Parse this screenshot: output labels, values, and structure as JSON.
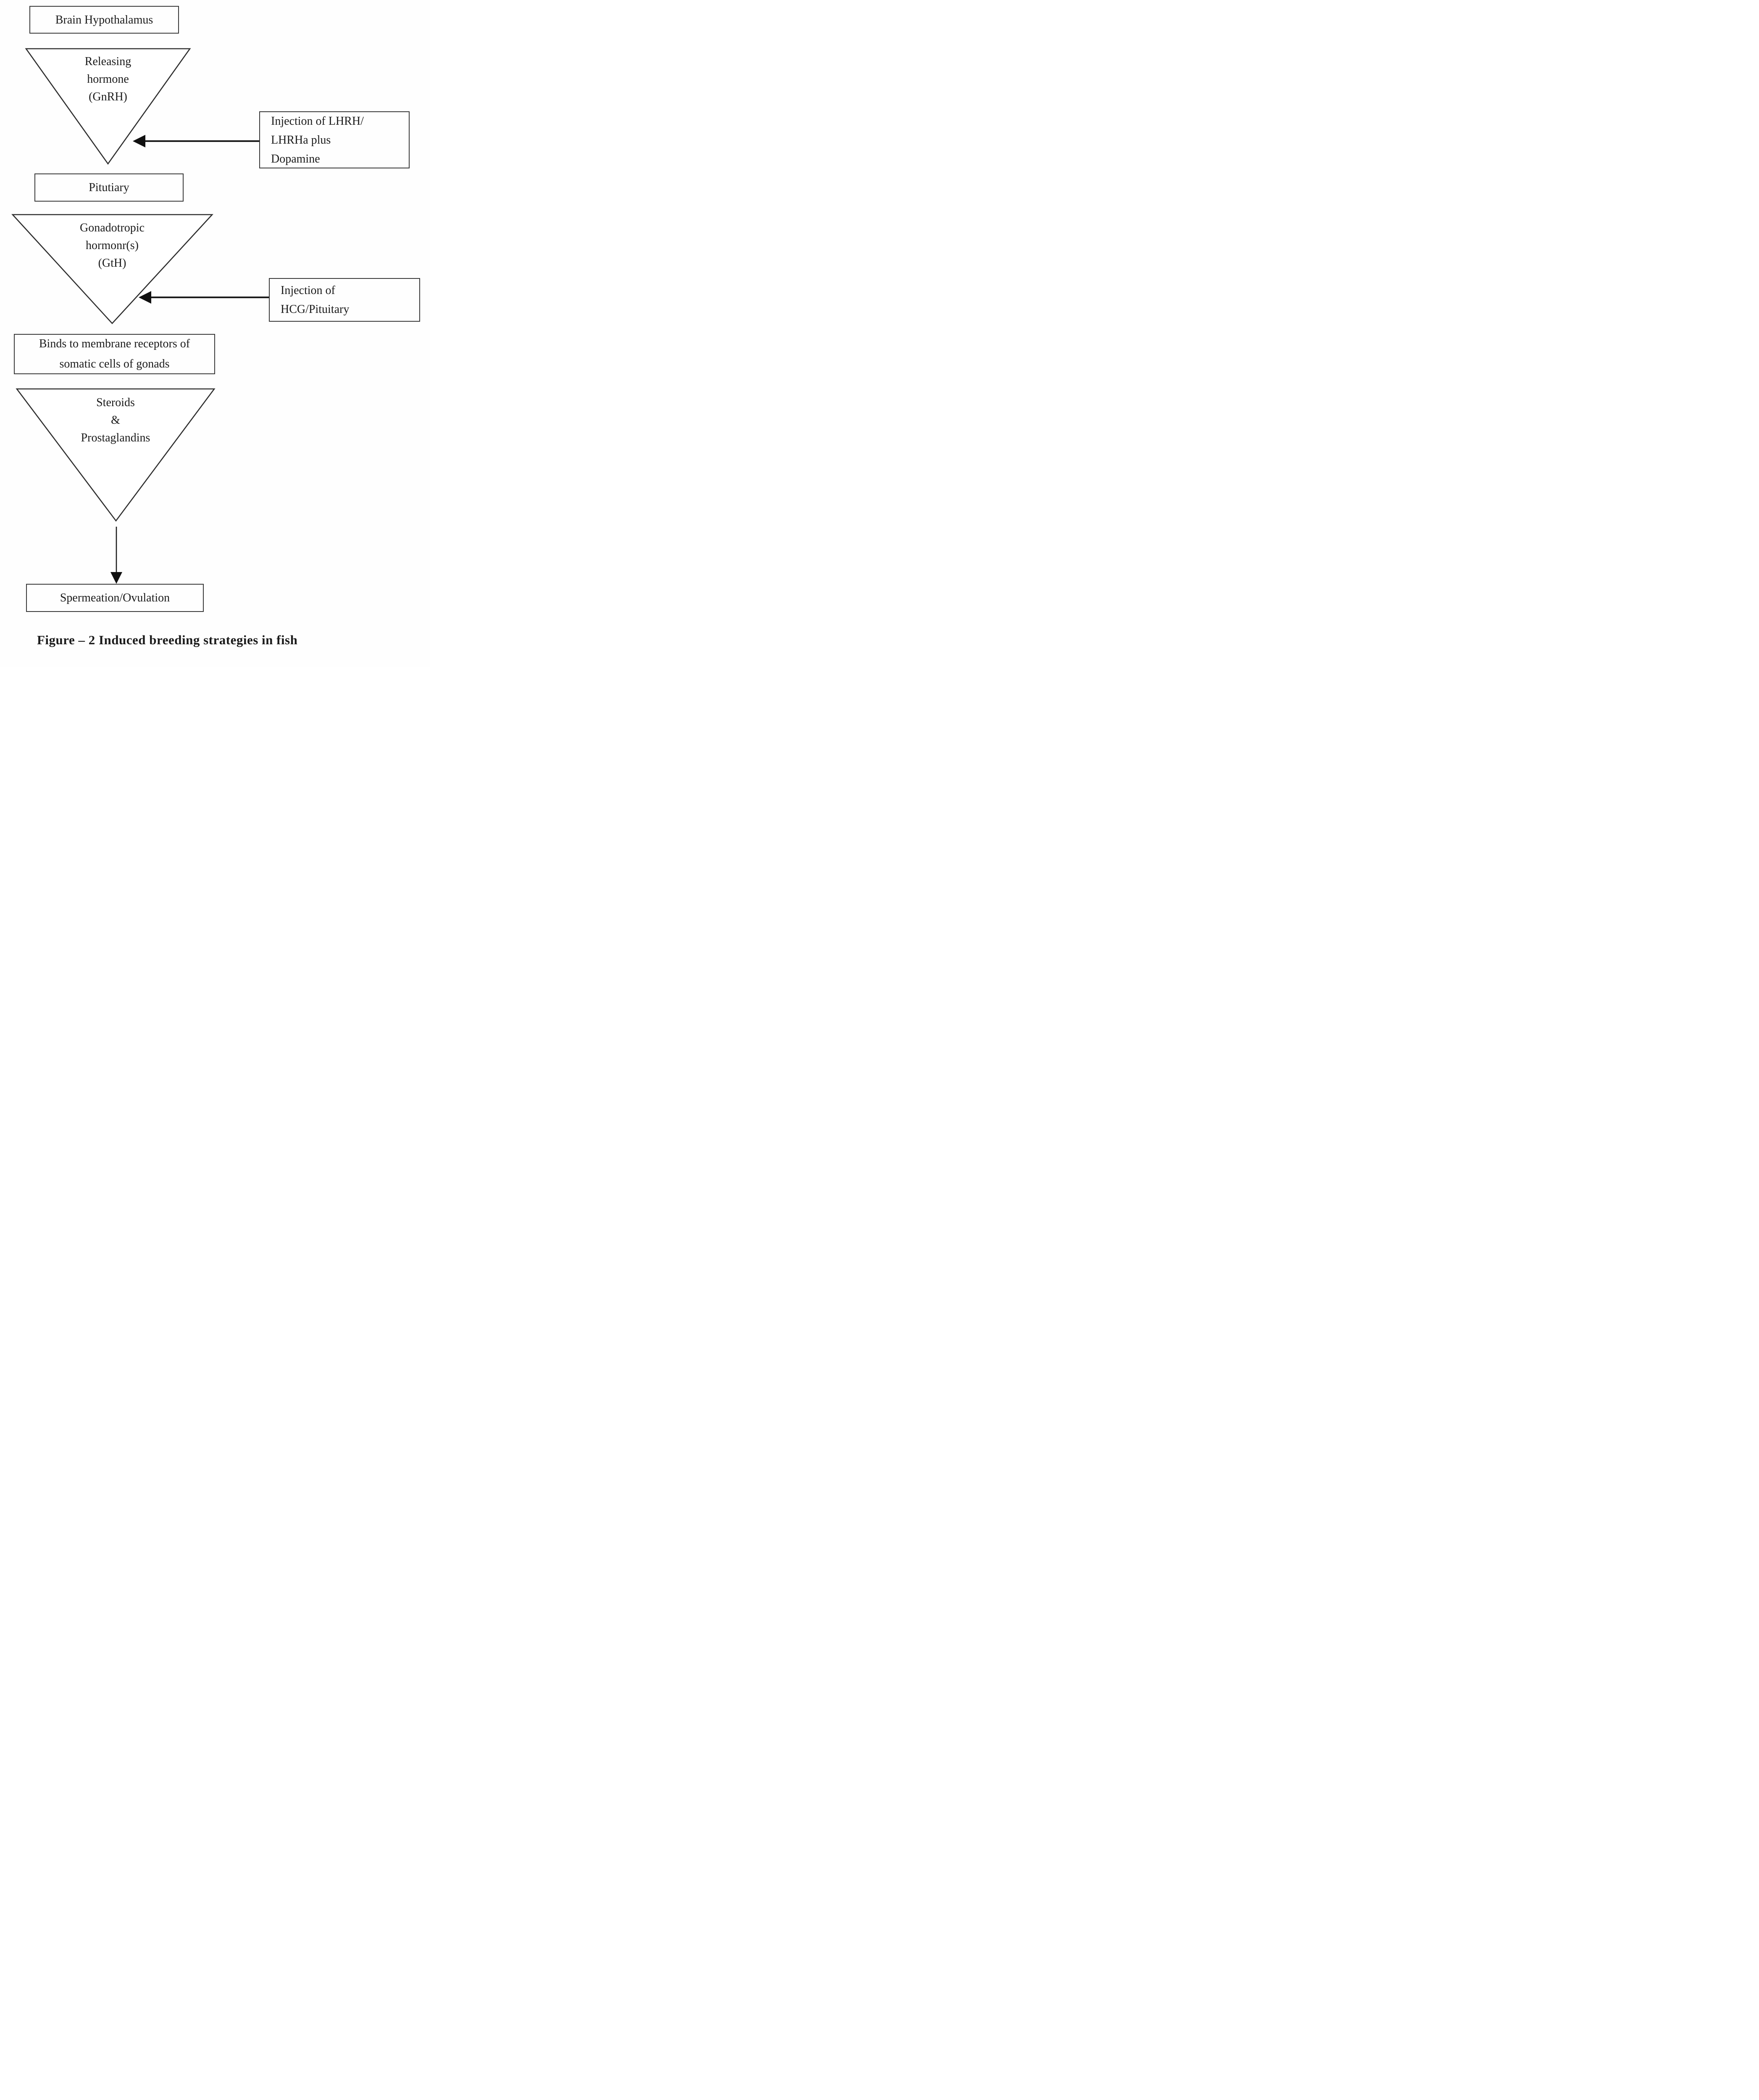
{
  "style": {
    "ink": "#2e2e2e",
    "arrow_ink": "#101010",
    "background": "#fefefe"
  },
  "figure": {
    "caption": "Figure – 2 Induced breeding strategies in fish"
  },
  "nodes": {
    "brain": {
      "label": "Brain Hypothalamus"
    },
    "releasing_hormone": {
      "lines": [
        "Releasing",
        "hormone",
        "(GnRH)"
      ]
    },
    "injection_lhrh": {
      "lines": [
        "Injection of LHRH/",
        "LHRHa plus",
        "Dopamine"
      ]
    },
    "pituitary": {
      "label": "Pitutiary"
    },
    "gonadotropic": {
      "lines": [
        "Gonadotropic",
        "hormonr(s)",
        "(GtH)"
      ]
    },
    "injection_hcg": {
      "lines": [
        "Injection of",
        "HCG/Pituitary"
      ]
    },
    "binds": {
      "lines": [
        "Binds to membrane receptors of",
        "somatic cells of gonads"
      ]
    },
    "steroids": {
      "lines": [
        "Steroids",
        "&",
        "Prostaglandins"
      ]
    },
    "spermeation": {
      "label": "Spermeation/Ovulation"
    }
  }
}
